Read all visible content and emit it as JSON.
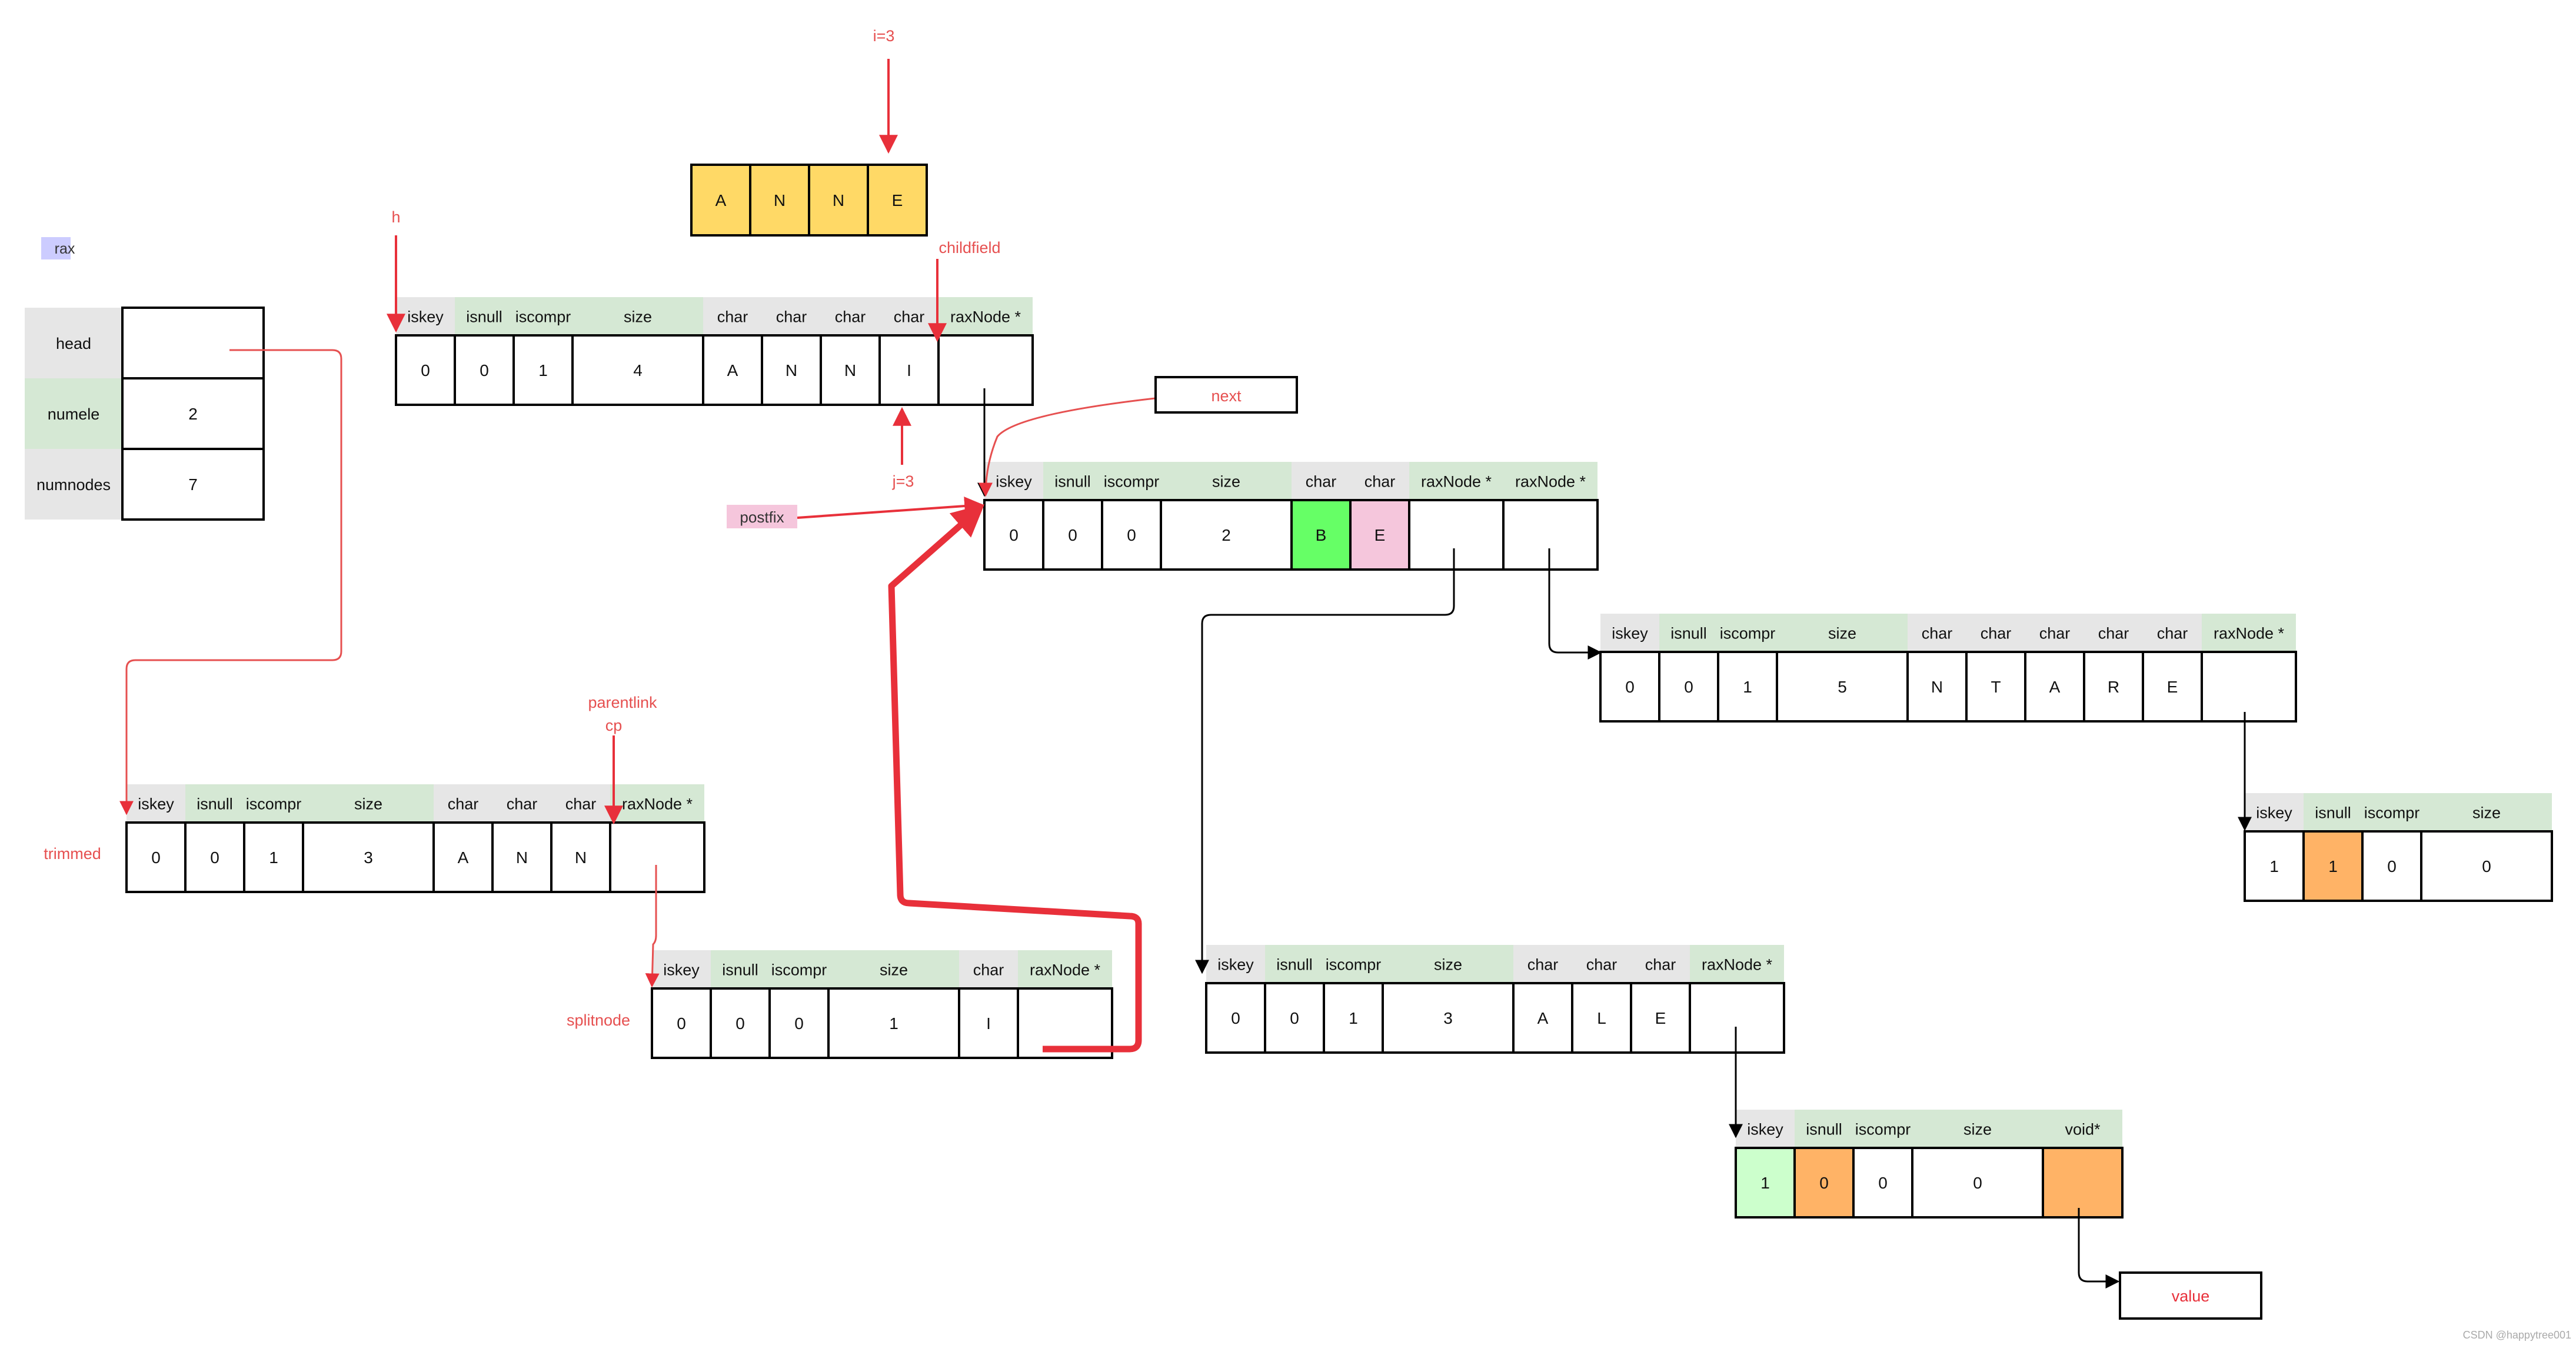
{
  "colors": {
    "header_gray": "#e6e6e6",
    "header_green": "#d5e8d4",
    "yellow": "#ffd966",
    "red": "#e8303a",
    "label_red": "#e65050",
    "lavender": "#ccccff",
    "pink": "#f5c6dc",
    "bright_green": "#66ff66",
    "light_green": "#ccffcc",
    "orange": "#ffb366",
    "black": "#000000"
  },
  "annotations": {
    "i_label": "i=3",
    "h_label": "h",
    "childfield_label": "childfield",
    "next_label": "next",
    "j_label": "j=3",
    "postfix_label": "postfix",
    "parentlink_label": "parentlink",
    "cp_label": "cp",
    "trimmed_label": "trimmed",
    "splitnode_label": "splitnode",
    "value_label": "value",
    "watermark": "CSDN @happytree001"
  },
  "key_chars": [
    "A",
    "N",
    "N",
    "E"
  ],
  "rax": {
    "label": "rax",
    "rows": [
      {
        "name": "head",
        "value": ""
      },
      {
        "name": "numele",
        "value": "2"
      },
      {
        "name": "numnodes",
        "value": "7"
      }
    ]
  },
  "nodes": {
    "h_node": {
      "headers": [
        "iskey",
        "isnull",
        "iscompr",
        "size",
        "char",
        "char",
        "char",
        "char",
        "raxNode *"
      ],
      "values": [
        "0",
        "0",
        "1",
        "4",
        "A",
        "N",
        "N",
        "I",
        ""
      ]
    },
    "split_node": {
      "headers": [
        "iskey",
        "isnull",
        "iscompr",
        "size",
        "char",
        "char",
        "raxNode *",
        "raxNode *"
      ],
      "values": [
        "0",
        "0",
        "0",
        "2",
        "B",
        "E",
        "",
        ""
      ]
    },
    "ntare_node": {
      "headers": [
        "iskey",
        "isnull",
        "iscompr",
        "size",
        "char",
        "char",
        "char",
        "char",
        "char",
        "raxNode *"
      ],
      "values": [
        "0",
        "0",
        "1",
        "5",
        "N",
        "T",
        "A",
        "R",
        "E",
        ""
      ]
    },
    "leaf_node": {
      "headers": [
        "iskey",
        "isnull",
        "iscompr",
        "size"
      ],
      "values": [
        "1",
        "1",
        "0",
        "0"
      ]
    },
    "trimmed_node": {
      "headers": [
        "iskey",
        "isnull",
        "iscompr",
        "size",
        "char",
        "char",
        "char",
        "raxNode *"
      ],
      "values": [
        "0",
        "0",
        "1",
        "3",
        "A",
        "N",
        "N",
        ""
      ]
    },
    "splitnode_node": {
      "headers": [
        "iskey",
        "isnull",
        "iscompr",
        "size",
        "char",
        "raxNode *"
      ],
      "values": [
        "0",
        "0",
        "0",
        "1",
        "I",
        ""
      ]
    },
    "ale_node": {
      "headers": [
        "iskey",
        "isnull",
        "iscompr",
        "size",
        "char",
        "char",
        "char",
        "raxNode *"
      ],
      "values": [
        "0",
        "0",
        "1",
        "3",
        "A",
        "L",
        "E",
        ""
      ]
    },
    "value_node": {
      "headers": [
        "iskey",
        "isnull",
        "iscompr",
        "size",
        "void*"
      ],
      "values": [
        "1",
        "0",
        "0",
        "0",
        ""
      ]
    }
  }
}
